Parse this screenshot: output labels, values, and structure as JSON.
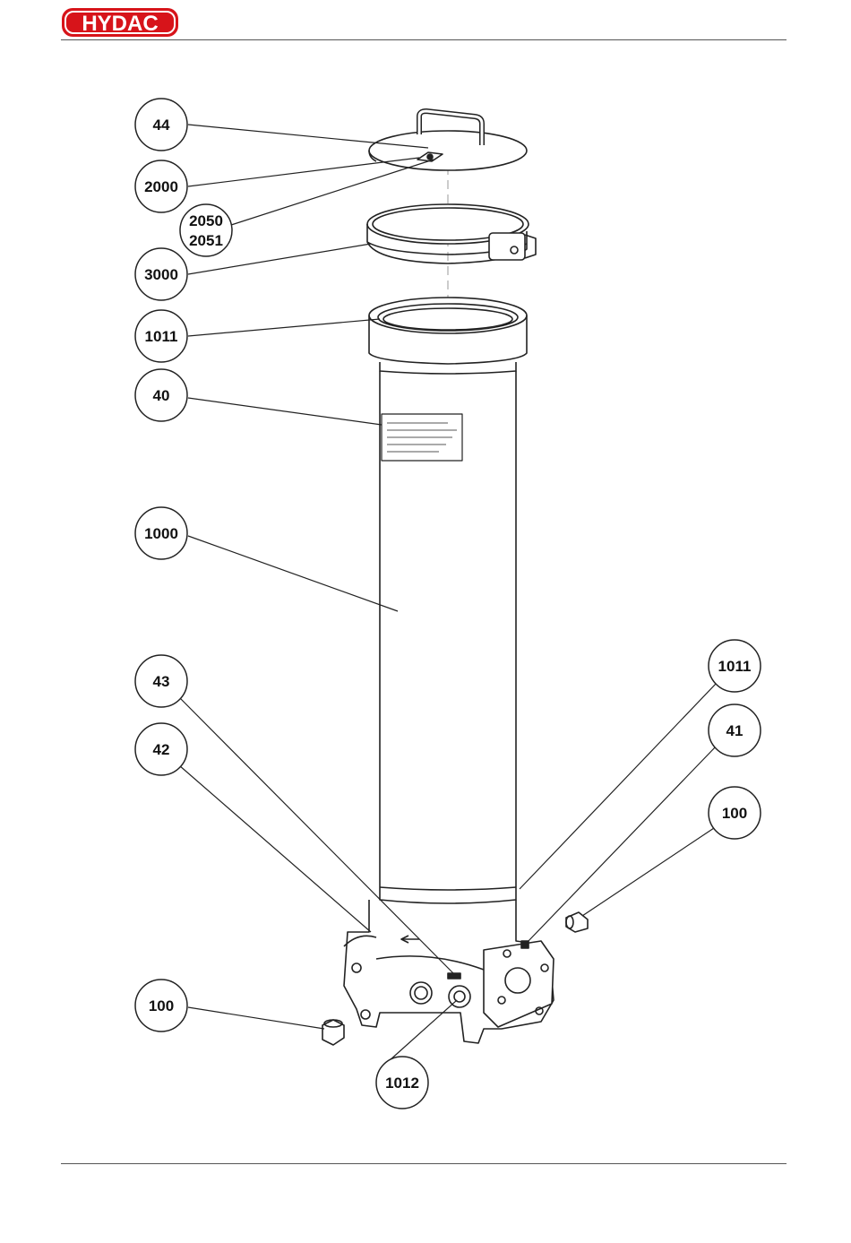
{
  "header": {
    "logo_text": "HYDAC",
    "brand_color": "#d7141a"
  },
  "callouts": [
    {
      "id": "c44",
      "lines": [
        "44"
      ]
    },
    {
      "id": "c2000",
      "lines": [
        "2000"
      ]
    },
    {
      "id": "c2050",
      "lines": [
        "2050",
        "2051"
      ]
    },
    {
      "id": "c3000",
      "lines": [
        "3000"
      ]
    },
    {
      "id": "c1011a",
      "lines": [
        "1011"
      ]
    },
    {
      "id": "c40",
      "lines": [
        "40"
      ]
    },
    {
      "id": "c1000",
      "lines": [
        "1000"
      ]
    },
    {
      "id": "c43",
      "lines": [
        "43"
      ]
    },
    {
      "id": "c42",
      "lines": [
        "42"
      ]
    },
    {
      "id": "c1011b",
      "lines": [
        "1011"
      ]
    },
    {
      "id": "c41",
      "lines": [
        "41"
      ]
    },
    {
      "id": "c100a",
      "lines": [
        "100"
      ]
    },
    {
      "id": "c100b",
      "lines": [
        "100"
      ]
    },
    {
      "id": "c1012",
      "lines": [
        "1012"
      ]
    }
  ]
}
